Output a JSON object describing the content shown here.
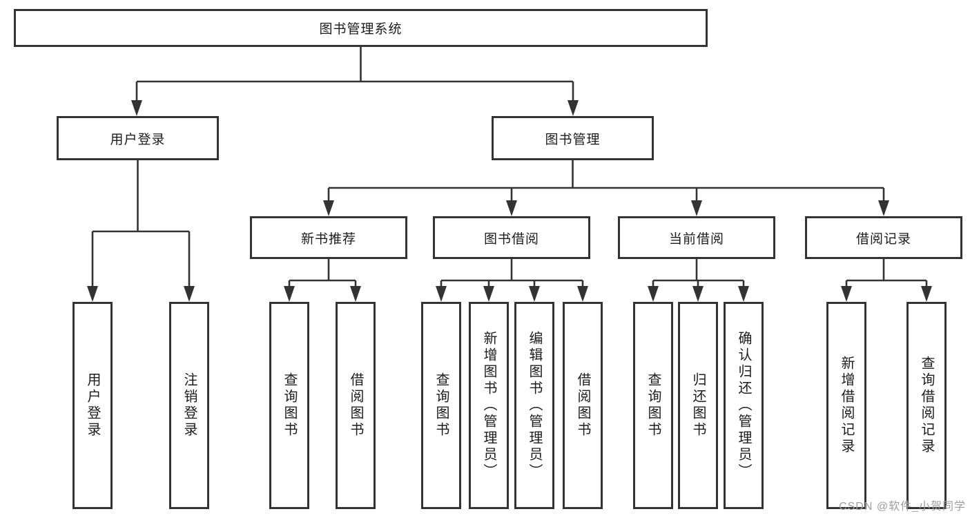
{
  "diagram": {
    "title": "图书管理系统",
    "colors": {
      "line": "#333333",
      "box_border": "#333333",
      "text": "#1c1c1c",
      "watermark": "#9e9e9e",
      "background": "#ffffff"
    },
    "nodes": {
      "root": {
        "label": "图书管理系统"
      },
      "user_login": {
        "label": "用户登录"
      },
      "book_management": {
        "label": "图书管理"
      },
      "new_book_recommend": {
        "label": "新书推荐"
      },
      "book_borrow": {
        "label": "图书借阅"
      },
      "current_borrow": {
        "label": "当前借阅"
      },
      "borrow_records": {
        "label": "借阅记录"
      },
      "leaf_user_login": {
        "label": "用户登录"
      },
      "leaf_logout": {
        "label": "注销登录"
      },
      "leaf_query_book_1": {
        "label": "查询图书"
      },
      "leaf_borrow_book_1": {
        "label": "借阅图书"
      },
      "leaf_query_book_2": {
        "label": "查询图书"
      },
      "leaf_add_book_admin": {
        "label": "新增图书（管理员）"
      },
      "leaf_edit_book_admin": {
        "label": "编辑图书（管理员）"
      },
      "leaf_borrow_book_2": {
        "label": "借阅图书"
      },
      "leaf_query_book_3": {
        "label": "查询图书"
      },
      "leaf_return_book": {
        "label": "归还图书"
      },
      "leaf_confirm_return_admin": {
        "label": "确认归还（管理员）"
      },
      "leaf_add_borrow_record": {
        "label": "新增借阅记录"
      },
      "leaf_query_borrow_record": {
        "label": "查询借阅记录"
      }
    },
    "watermark": "CSDN @软件_小贺同学"
  }
}
